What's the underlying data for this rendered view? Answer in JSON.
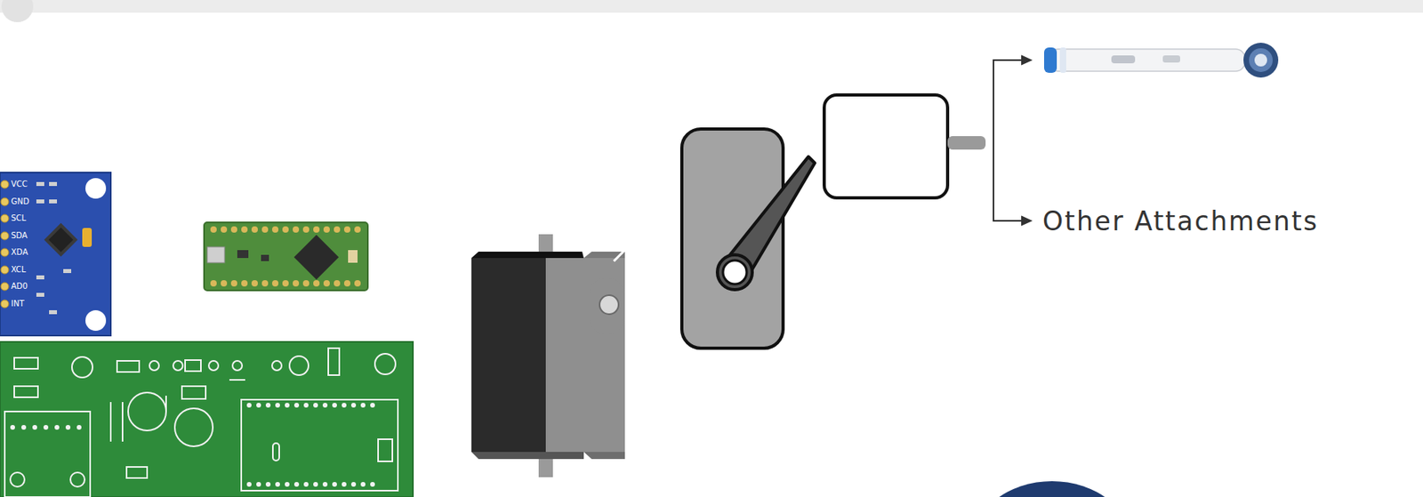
{
  "diagram": {
    "labels": [
      "VCC",
      "GND",
      "SCL",
      "SDA",
      "XDA",
      "XCL",
      "AD0",
      "INT",
      "Other Attachments"
    ]
  }
}
